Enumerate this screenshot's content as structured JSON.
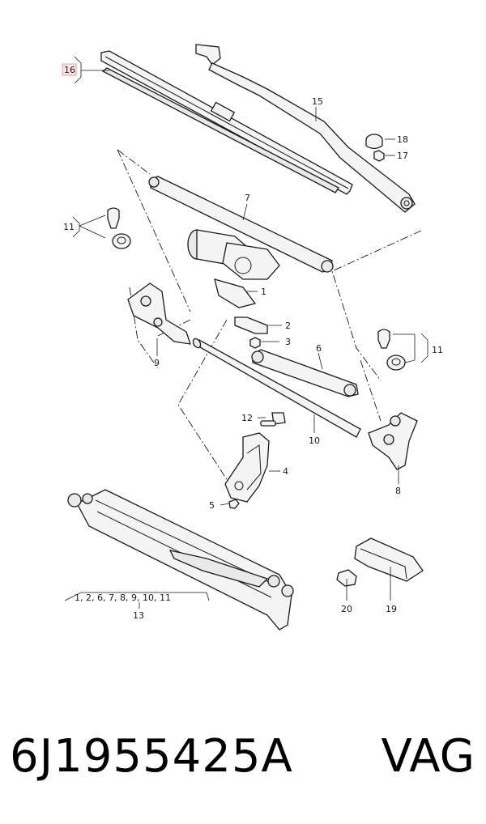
{
  "diagram": {
    "callouts": {
      "c1": "1",
      "c2": "2",
      "c3": "3",
      "c4": "4",
      "c5": "5",
      "c6": "6",
      "c7": "7",
      "c8": "8",
      "c9": "9",
      "c10": "10",
      "c11a": "11",
      "c11b": "11",
      "c12": "12",
      "c13": "13",
      "c13_contents": "1, 2, 6, 7, 8, 9, 10, 11",
      "c15": "15",
      "c16": "16",
      "c17": "17",
      "c18": "18",
      "c19": "19",
      "c20": "20"
    },
    "highlight_color": "#e8a0a8"
  },
  "footer": {
    "part_number": "6J1955425A",
    "brand": "VAG"
  }
}
